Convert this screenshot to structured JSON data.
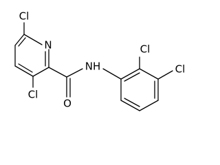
{
  "molecule": {
    "atoms": {
      "cl_top_left": "Cl",
      "n_ring": "N",
      "cl_bottom_left": "Cl",
      "o_carbonyl": "O",
      "nh_amide": "NH",
      "cl_top_right_a": "Cl",
      "cl_top_right_b": "Cl"
    }
  },
  "colors": {
    "bond": "#000000",
    "label": "#000000",
    "background": "#ffffff"
  }
}
